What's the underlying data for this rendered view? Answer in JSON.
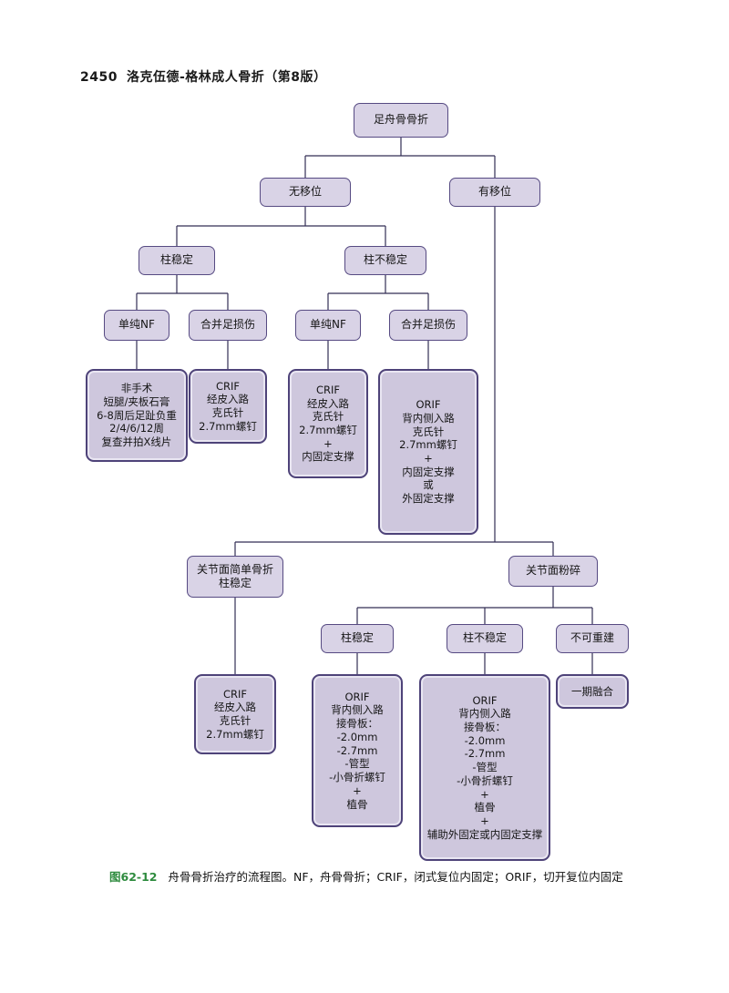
{
  "page": {
    "page_number": "2450",
    "book_title": "洛克伍德-格林成人骨折（第8版）",
    "caption_label": "图62-12",
    "caption_text": "舟骨骨折治疗的流程图。NF，舟骨骨折；CRIF，闭式复位内固定；ORIF，切开复位内固定"
  },
  "colors": {
    "box_fill": "#d9d3e6",
    "leaf_fill": "#cec7dd",
    "box_border": "#564a82",
    "connector": "#332e55",
    "caption_green": "#2e8b3e"
  },
  "nodes": {
    "root": "足舟骨骨折",
    "nondisplaced": "无移位",
    "displaced": "有移位",
    "nd_column_stable": "柱稳定",
    "nd_column_unstable": "柱不稳定",
    "nd_stable_nf": "单纯NF",
    "nd_stable_foot": "合并足损伤",
    "nd_unstable_nf": "单纯NF",
    "nd_unstable_foot": "合并足损伤",
    "leaf_nonop": "非手术\n短腿/夹板石膏\n6-8周后足趾负重\n2/4/6/12周\n复查并拍X线片",
    "leaf_crif_simple": "CRIF\n经皮入路\n克氏针\n2.7mm螺钉",
    "leaf_crif_buttress": "CRIF\n经皮入路\n克氏针\n2.7mm螺钉\n+\n内固定支撑",
    "leaf_orif_kwire": "ORIF\n背内侧入路\n克氏针\n2.7mm螺钉\n+\n内固定支撑\n或\n外固定支撑",
    "d_simple_stable": "关节面简单骨折\n柱稳定",
    "d_comminuted": "关节面粉碎",
    "leaf_crif_articular": "CRIF\n经皮入路\n克氏针\n2.7mm螺钉",
    "dc_column_stable": "柱稳定",
    "dc_column_unstable": "柱不稳定",
    "dc_nonreconstructable": "不可重建",
    "leaf_orif_plate": "ORIF\n背内侧入路\n接骨板：\n-2.0mm\n-2.7mm\n-管型\n-小骨折螺钉\n+\n植骨",
    "leaf_orif_plate_aug": "ORIF\n背内侧入路\n接骨板：\n-2.0mm\n-2.7mm\n-管型\n-小骨折螺钉\n+\n植骨\n+\n辅助外固定或内固定支撑",
    "leaf_fusion": "一期融合"
  }
}
